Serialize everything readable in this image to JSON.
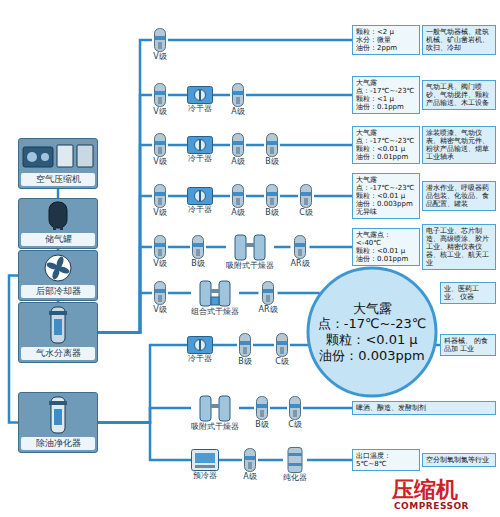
{
  "diagram": {
    "nodes": [
      {
        "text": [
          "空气压缩机"
        ]
      },
      {
        "text": [
          "储气罐"
        ]
      },
      {
        "text": [
          "后部冷却器"
        ]
      },
      {
        "text": [
          "气水分离器"
        ]
      },
      {
        "text": [
          "除油净化器"
        ]
      },
      {
        "text": [
          "V级"
        ]
      },
      {
        "text": [
          "颗粒：<2 μ",
          "水分：微量",
          "油份：2ppm"
        ]
      },
      {
        "text": [
          "一般气动器械、建筑机械、矿山凿岩机、吹扫、冷却"
        ]
      },
      {
        "text": [
          "V级"
        ]
      },
      {
        "text": [
          "冷干器"
        ]
      },
      {
        "text": [
          "A级"
        ]
      },
      {
        "text": [
          "大气露点：-17℃~-23℃",
          "颗粒：<1 μ",
          "油份：0.1ppm"
        ]
      },
      {
        "text": [
          "气动工具、阀门喷砂、气动搅拌、颗粒产品输送、木工设备"
        ]
      },
      {
        "text": [
          "V级"
        ]
      },
      {
        "text": [
          "冷干器"
        ]
      },
      {
        "text": [
          "A级"
        ]
      },
      {
        "text": [
          "B级"
        ]
      },
      {
        "text": [
          "大气露点：-17℃~-23℃",
          "颗粒：<0.01 μ",
          "油份：0.01ppm"
        ]
      },
      {
        "text": [
          "涂装喷漆、气动仪表、精密气动元件、粉状产品输送、烟草工业轴承"
        ]
      },
      {
        "text": [
          "V级"
        ]
      },
      {
        "text": [
          "冷干器"
        ]
      },
      {
        "text": [
          "A级"
        ]
      },
      {
        "text": [
          "B级"
        ]
      },
      {
        "text": [
          "C级"
        ]
      },
      {
        "text": [
          "大气露点：-17℃~-23℃",
          "颗粒：<0.01 μ",
          "油份：0.003ppm",
          "无异味"
        ]
      },
      {
        "text": [
          "潜水作业、呼吸器药品包装、化妆品、食品配置、罐装"
        ]
      },
      {
        "text": [
          "V级"
        ]
      },
      {
        "text": [
          "B级"
        ]
      },
      {
        "text": [
          "吸附式干燥器"
        ]
      },
      {
        "text": [
          "AR级"
        ]
      },
      {
        "text": [
          "大气露点：<-40℃",
          "颗粒：<0.01 μ",
          "油份：0.01ppm"
        ]
      },
      {
        "text": [
          "电子工业、芯片制造、高级喷涂、胶片工业、精密仪表仪器、核工业、航天工业"
        ]
      },
      {
        "text": [
          "V级"
        ]
      },
      {
        "text": [
          "组合式干燥器"
        ]
      },
      {
        "text": [
          "AR级"
        ]
      },
      {
        "text": [
          "大气露点：-17℃~-23℃",
          "颗粒：<0.01 μ",
          "油份：0.003ppm"
        ]
      },
      {
        "text": [
          "业、医药工业、 仪器"
        ]
      },
      {
        "text": [
          "冷干器"
        ]
      },
      {
        "text": [
          "B级"
        ]
      },
      {
        "text": [
          "C级"
        ]
      },
      {
        "text": [
          "科器械、 的食品加 工业"
        ]
      },
      {
        "text": [
          "吸附式干燥器"
        ]
      },
      {
        "text": [
          "B级"
        ]
      },
      {
        "text": [
          "C级"
        ]
      },
      {
        "text": [
          "啤酒、酿造、发酵制剂"
        ]
      },
      {
        "text": [
          "预冷器"
        ]
      },
      {
        "text": [
          "A级"
        ]
      },
      {
        "text": [
          "纯化器"
        ]
      },
      {
        "text": [
          "出口温度：5℃~8℃"
        ]
      },
      {
        "text": [
          "空分制氧制氮等行业"
        ]
      }
    ],
    "edges": [
      {
        "from": 0,
        "to": 1,
        "arrow": "none"
      },
      {
        "from": 1,
        "to": 2,
        "arrow": "none"
      },
      {
        "from": 2,
        "to": 3,
        "arrow": "none"
      },
      {
        "from": 2,
        "to": 4,
        "arrow": "none"
      },
      {
        "from": 3,
        "to": 5,
        "arrow": "none"
      },
      {
        "from": 3,
        "to": 8,
        "arrow": "none"
      },
      {
        "from": 3,
        "to": 13,
        "arrow": "none"
      },
      {
        "from": 3,
        "to": 19,
        "arrow": "none"
      },
      {
        "from": 3,
        "to": 26,
        "arrow": "none"
      },
      {
        "from": 3,
        "to": 32,
        "arrow": "none"
      },
      {
        "from": 4,
        "to": 37,
        "arrow": "none"
      },
      {
        "from": 4,
        "to": 41,
        "arrow": "none"
      },
      {
        "from": 4,
        "to": 45,
        "arrow": "none"
      },
      {
        "from": 5,
        "to": 6,
        "arrow": "none"
      },
      {
        "from": 8,
        "to": 9,
        "arrow": "none"
      },
      {
        "from": 9,
        "to": 10,
        "arrow": "none"
      },
      {
        "from": 10,
        "to": 11,
        "arrow": "none"
      },
      {
        "from": 13,
        "to": 14,
        "arrow": "none"
      },
      {
        "from": 14,
        "to": 15,
        "arrow": "none"
      },
      {
        "from": 15,
        "to": 16,
        "arrow": "none"
      },
      {
        "from": 16,
        "to": 17,
        "arrow": "none"
      },
      {
        "from": 19,
        "to": 20,
        "arrow": "none"
      },
      {
        "from": 20,
        "to": 21,
        "arrow": "none"
      },
      {
        "from": 21,
        "to": 22,
        "arrow": "none"
      },
      {
        "from": 22,
        "to": 23,
        "arrow": "none"
      },
      {
        "from": 23,
        "to": 24,
        "arrow": "none"
      },
      {
        "from": 26,
        "to": 27,
        "arrow": "none"
      },
      {
        "from": 27,
        "to": 28,
        "arrow": "none"
      },
      {
        "from": 28,
        "to": 29,
        "arrow": "none"
      },
      {
        "from": 29,
        "to": 30,
        "arrow": "none"
      },
      {
        "from": 32,
        "to": 33,
        "arrow": "none"
      },
      {
        "from": 33,
        "to": 34,
        "arrow": "none"
      },
      {
        "from": 34,
        "to": 35,
        "arrow": "none"
      },
      {
        "from": 37,
        "to": 38,
        "arrow": "none"
      },
      {
        "from": 38,
        "to": 39,
        "arrow": "none"
      },
      {
        "from": 39,
        "to": 40,
        "arrow": "none"
      },
      {
        "from": 41,
        "to": 42,
        "arrow": "none"
      },
      {
        "from": 42,
        "to": 43,
        "arrow": "none"
      },
      {
        "from": 43,
        "to": 44,
        "arrow": "none"
      },
      {
        "from": 45,
        "to": 46,
        "arrow": "none"
      },
      {
        "from": 46,
        "to": 47,
        "arrow": "none"
      },
      {
        "from": 47,
        "to": 48,
        "arrow": "none"
      }
    ],
    "labels": [
      "压缩机",
      "COMPRESSOR"
    ]
  }
}
